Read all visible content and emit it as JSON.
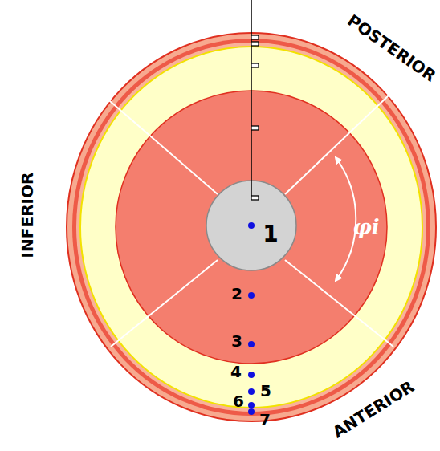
{
  "diagram": {
    "labels": [
      "POSTERIOR",
      "INFERIOR",
      "ANTERIOR",
      "φi",
      "1",
      "2",
      "3",
      "4",
      "5",
      "6",
      "7"
    ]
  }
}
